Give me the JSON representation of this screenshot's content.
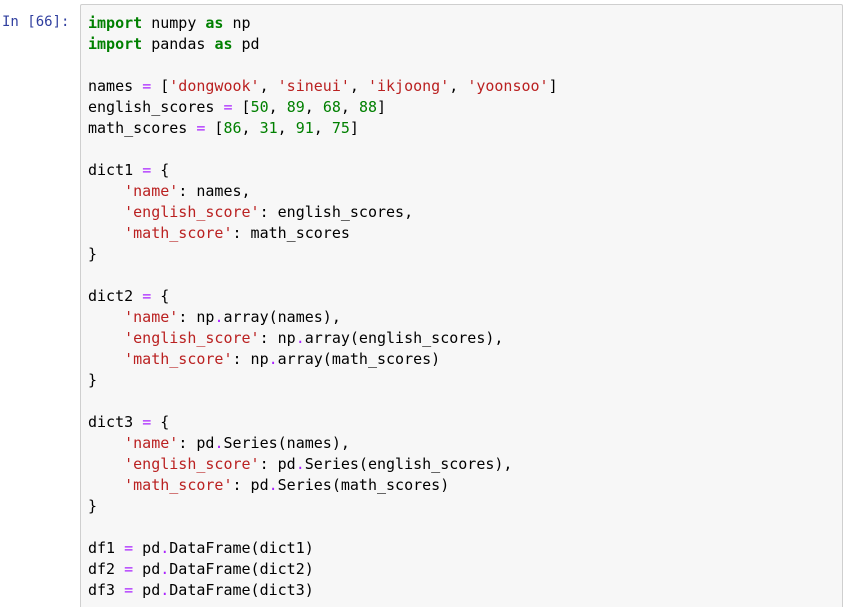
{
  "cell": {
    "prompt": "In [66]:",
    "lines": [
      [
        {
          "t": "import",
          "c": "kw"
        },
        {
          "t": " numpy ",
          "c": ""
        },
        {
          "t": "as",
          "c": "kw"
        },
        {
          "t": " np",
          "c": ""
        }
      ],
      [
        {
          "t": "import",
          "c": "kw"
        },
        {
          "t": " pandas ",
          "c": ""
        },
        {
          "t": "as",
          "c": "kw"
        },
        {
          "t": " pd",
          "c": ""
        }
      ],
      [],
      [
        {
          "t": "names ",
          "c": ""
        },
        {
          "t": "=",
          "c": "op"
        },
        {
          "t": " [",
          "c": ""
        },
        {
          "t": "'dongwook'",
          "c": "str"
        },
        {
          "t": ", ",
          "c": ""
        },
        {
          "t": "'sineui'",
          "c": "str"
        },
        {
          "t": ", ",
          "c": ""
        },
        {
          "t": "'ikjoong'",
          "c": "str"
        },
        {
          "t": ", ",
          "c": ""
        },
        {
          "t": "'yoonsoo'",
          "c": "str"
        },
        {
          "t": "]",
          "c": ""
        }
      ],
      [
        {
          "t": "english_scores ",
          "c": ""
        },
        {
          "t": "=",
          "c": "op"
        },
        {
          "t": " [",
          "c": ""
        },
        {
          "t": "50",
          "c": "num"
        },
        {
          "t": ", ",
          "c": ""
        },
        {
          "t": "89",
          "c": "num"
        },
        {
          "t": ", ",
          "c": ""
        },
        {
          "t": "68",
          "c": "num"
        },
        {
          "t": ", ",
          "c": ""
        },
        {
          "t": "88",
          "c": "num"
        },
        {
          "t": "]",
          "c": ""
        }
      ],
      [
        {
          "t": "math_scores ",
          "c": ""
        },
        {
          "t": "=",
          "c": "op"
        },
        {
          "t": " [",
          "c": ""
        },
        {
          "t": "86",
          "c": "num"
        },
        {
          "t": ", ",
          "c": ""
        },
        {
          "t": "31",
          "c": "num"
        },
        {
          "t": ", ",
          "c": ""
        },
        {
          "t": "91",
          "c": "num"
        },
        {
          "t": ", ",
          "c": ""
        },
        {
          "t": "75",
          "c": "num"
        },
        {
          "t": "]",
          "c": ""
        }
      ],
      [],
      [
        {
          "t": "dict1 ",
          "c": ""
        },
        {
          "t": "=",
          "c": "op"
        },
        {
          "t": " {",
          "c": ""
        }
      ],
      [
        {
          "t": "    ",
          "c": ""
        },
        {
          "t": "'name'",
          "c": "str"
        },
        {
          "t": ": names,",
          "c": ""
        }
      ],
      [
        {
          "t": "    ",
          "c": ""
        },
        {
          "t": "'english_score'",
          "c": "str"
        },
        {
          "t": ": english_scores,",
          "c": ""
        }
      ],
      [
        {
          "t": "    ",
          "c": ""
        },
        {
          "t": "'math_score'",
          "c": "str"
        },
        {
          "t": ": math_scores",
          "c": ""
        }
      ],
      [
        {
          "t": "}",
          "c": ""
        }
      ],
      [],
      [
        {
          "t": "dict2 ",
          "c": ""
        },
        {
          "t": "=",
          "c": "op"
        },
        {
          "t": " {",
          "c": ""
        }
      ],
      [
        {
          "t": "    ",
          "c": ""
        },
        {
          "t": "'name'",
          "c": "str"
        },
        {
          "t": ": np",
          "c": ""
        },
        {
          "t": ".",
          "c": "op"
        },
        {
          "t": "array(names),",
          "c": ""
        }
      ],
      [
        {
          "t": "    ",
          "c": ""
        },
        {
          "t": "'english_score'",
          "c": "str"
        },
        {
          "t": ": np",
          "c": ""
        },
        {
          "t": ".",
          "c": "op"
        },
        {
          "t": "array(english_scores),",
          "c": ""
        }
      ],
      [
        {
          "t": "    ",
          "c": ""
        },
        {
          "t": "'math_score'",
          "c": "str"
        },
        {
          "t": ": np",
          "c": ""
        },
        {
          "t": ".",
          "c": "op"
        },
        {
          "t": "array(math_scores)",
          "c": ""
        }
      ],
      [
        {
          "t": "}",
          "c": ""
        }
      ],
      [],
      [
        {
          "t": "dict3 ",
          "c": ""
        },
        {
          "t": "=",
          "c": "op"
        },
        {
          "t": " {",
          "c": ""
        }
      ],
      [
        {
          "t": "    ",
          "c": ""
        },
        {
          "t": "'name'",
          "c": "str"
        },
        {
          "t": ": pd",
          "c": ""
        },
        {
          "t": ".",
          "c": "op"
        },
        {
          "t": "Series(names),",
          "c": ""
        }
      ],
      [
        {
          "t": "    ",
          "c": ""
        },
        {
          "t": "'english_score'",
          "c": "str"
        },
        {
          "t": ": pd",
          "c": ""
        },
        {
          "t": ".",
          "c": "op"
        },
        {
          "t": "Series(english_scores),",
          "c": ""
        }
      ],
      [
        {
          "t": "    ",
          "c": ""
        },
        {
          "t": "'math_score'",
          "c": "str"
        },
        {
          "t": ": pd",
          "c": ""
        },
        {
          "t": ".",
          "c": "op"
        },
        {
          "t": "Series(math_scores)",
          "c": ""
        }
      ],
      [
        {
          "t": "}",
          "c": ""
        }
      ],
      [],
      [
        {
          "t": "df1 ",
          "c": ""
        },
        {
          "t": "=",
          "c": "op"
        },
        {
          "t": " pd",
          "c": ""
        },
        {
          "t": ".",
          "c": "op"
        },
        {
          "t": "DataFrame(dict1)",
          "c": ""
        }
      ],
      [
        {
          "t": "df2 ",
          "c": ""
        },
        {
          "t": "=",
          "c": "op"
        },
        {
          "t": " pd",
          "c": ""
        },
        {
          "t": ".",
          "c": "op"
        },
        {
          "t": "DataFrame(dict2)",
          "c": ""
        }
      ],
      [
        {
          "t": "df3 ",
          "c": ""
        },
        {
          "t": "=",
          "c": "op"
        },
        {
          "t": " pd",
          "c": ""
        },
        {
          "t": ".",
          "c": "op"
        },
        {
          "t": "DataFrame(dict3)",
          "c": ""
        }
      ]
    ]
  },
  "colors": {
    "prompt": "#303f9f",
    "keyword": "#008000",
    "string": "#ba2121",
    "number": "#008000",
    "operator": "#aa22ff",
    "cell_background": "#f7f7f7",
    "cell_border": "#cfcfcf"
  }
}
